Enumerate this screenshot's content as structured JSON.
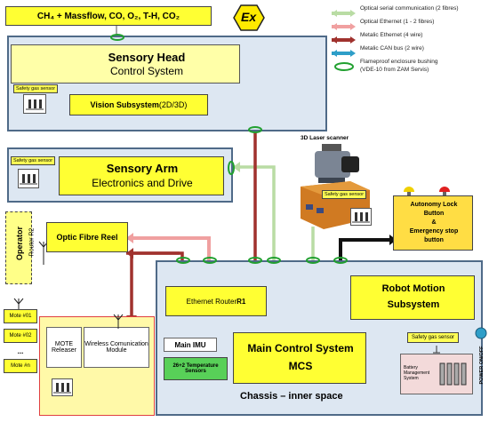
{
  "top_label": "CH₄ + Massflow, CO, O₂, T-H, CO₂",
  "ex_symbol": "Ex",
  "legend": [
    {
      "text": "Optical serial communication (2 fibres)",
      "color": "#b9dca4"
    },
    {
      "text": "Optical Ethernet (1 - 2 fibres)",
      "color": "#f0a0a0"
    },
    {
      "text": "Metalic Ethernet (4 wire)",
      "color": "#a0322e"
    },
    {
      "text": "Metalic CAN bus (2 wire)",
      "color": "#2e9ec8"
    },
    {
      "text": "Flameproof enclosure bushing",
      "color": "#21a030"
    },
    {
      "text": "(VDE-10 from ZAM Servis)",
      "color": "#21a030"
    }
  ],
  "sensory_head": {
    "title": "Sensory Head",
    "subtitle": "Control System"
  },
  "vision": {
    "label_bold": "Vision Subsystem",
    "label_rest": " (2D/3D)"
  },
  "safety_gas_sensor": "Safety gas sensor",
  "sensory_arm": {
    "title": "Sensory Arm",
    "subtitle": "Electronics and Drive"
  },
  "scanner_label": "3D Laser scanner",
  "operator": {
    "line1": "Operator",
    "line2": "Router R2"
  },
  "optic_fibre_reel": "Optic Fibre Reel",
  "autonomy": "Autonomy Lock Button & Emergency stop button",
  "autonomy_lines": [
    "Autonomy Lock",
    "Button",
    "&",
    "Emergency stop",
    "button"
  ],
  "motes": [
    "Mote #01",
    "Mote #02",
    "...",
    "Mote #n"
  ],
  "mote_releaser": "MOTE Releaser",
  "wireless": "Wireless Comunication Module",
  "ethernet_router": {
    "prefix": "Ethernet Router ",
    "bold": "R1"
  },
  "robot_motion": {
    "line1": "Robot Motion",
    "line2": "Subsystem"
  },
  "main_imu": "Main IMU",
  "temp_sensors": "26+2 Temperature Sensors",
  "mcs": {
    "line1": "Main Control System",
    "line2": "MCS"
  },
  "chassis_label": "Chassis – inner space",
  "battery": "Battery Management System",
  "power_label": "POWER ON/OFF"
}
